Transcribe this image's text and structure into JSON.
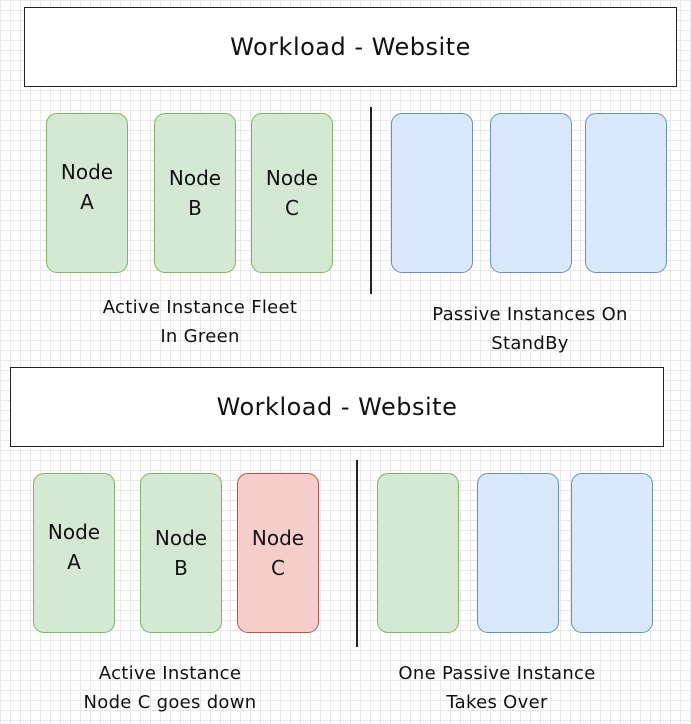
{
  "colors": {
    "active_fill": "#d5e8d4",
    "active_border": "#82b366",
    "passive_fill": "#dae8fc",
    "passive_border": "#6c8ebf",
    "failed_fill": "#f8cecc",
    "failed_border": "#b85450"
  },
  "top": {
    "title": "Workload - Website",
    "nodes": [
      {
        "line1": "Node",
        "line2": "A",
        "status": "active"
      },
      {
        "line1": "Node",
        "line2": "B",
        "status": "active"
      },
      {
        "line1": "Node",
        "line2": "C",
        "status": "active"
      }
    ],
    "standby": [
      {
        "status": "passive"
      },
      {
        "status": "passive"
      },
      {
        "status": "passive"
      }
    ],
    "active_caption": {
      "line1": "Active Instance Fleet",
      "line2": "In Green"
    },
    "passive_caption": {
      "line1": "Passive Instances On",
      "line2": "StandBy"
    }
  },
  "bottom": {
    "title": "Workload - Website",
    "nodes": [
      {
        "line1": "Node",
        "line2": "A",
        "status": "active"
      },
      {
        "line1": "Node",
        "line2": "B",
        "status": "active"
      },
      {
        "line1": "Node",
        "line2": "C",
        "status": "failed"
      }
    ],
    "standby": [
      {
        "status": "active"
      },
      {
        "status": "passive"
      },
      {
        "status": "passive"
      }
    ],
    "active_caption": {
      "line1": "Active Instance",
      "line2": "Node C goes down"
    },
    "passive_caption": {
      "line1": "One Passive Instance",
      "line2": "Takes Over"
    }
  }
}
